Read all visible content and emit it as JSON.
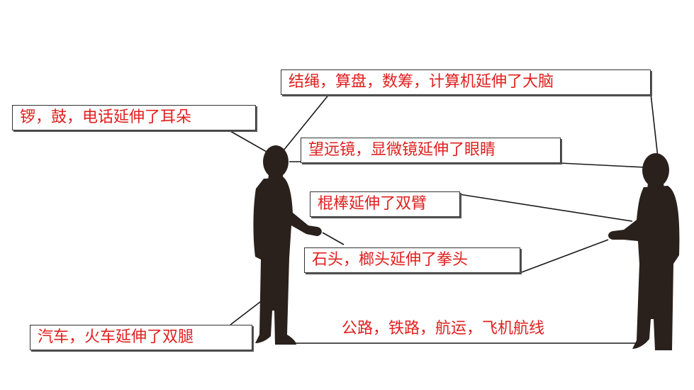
{
  "labels": {
    "brain": "结绳，算盘，数筹，计算机延伸了大脑",
    "ears": "锣，鼓，电话延伸了耳朵",
    "eyes": "望远镜，显微镜延伸了眼睛",
    "arms": "棍棒延伸了双臂",
    "fists": "石头，榔头延伸了拳头",
    "legs": "汽车，火车延伸了双腿",
    "routes": "公路，铁路，航运，飞机航线"
  },
  "colors": {
    "text": "#e0201f",
    "silhouette": "#2a211c",
    "line": "#1a1a1a"
  }
}
